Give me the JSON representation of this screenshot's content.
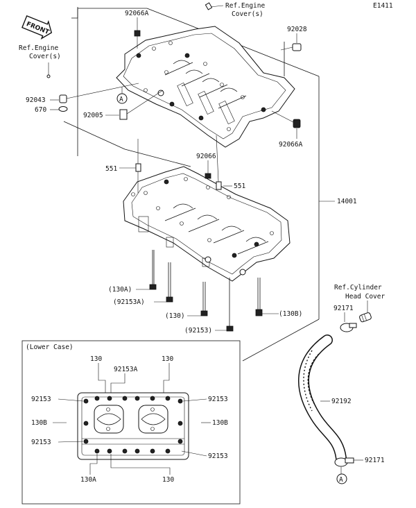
{
  "diagram_id": "E1411",
  "front_badge": "FRONT",
  "ref_engine_cover_top": [
    "Ref.Engine",
    "Cover(s)"
  ],
  "ref_engine_cover_left": [
    "Ref.Engine",
    "Cover(s)"
  ],
  "ref_cylinder_head_cover": [
    "Ref.Cylinder",
    "Head Cover"
  ],
  "callout_a": "A",
  "lower_case_title": "(Lower Case)",
  "parts": {
    "p92066A_top": "92066A",
    "p92028": "92028",
    "p92043": "92043",
    "p670": "670",
    "p92005": "92005",
    "p92066A_right": "92066A",
    "p551_left": "551",
    "p92066": "92066",
    "p551_right": "551",
    "p14001": "14001",
    "p130A": "(130A)",
    "p92153A": "(92153A)",
    "p130": "(130)",
    "p92153": "(92153)",
    "p130B": "(130B)",
    "p92171_top": "92171",
    "p92192": "92192",
    "p92171_bot": "92171"
  },
  "lower_case_parts": {
    "top_130_left": "130",
    "top_92153A": "92153A",
    "top_130_right": "130",
    "left_92153_top": "92153",
    "left_130B": "130B",
    "left_92153_bot": "92153",
    "right_92153_top": "92153",
    "right_130B": "130B",
    "right_92153_bot": "92153",
    "bot_130A": "130A",
    "bot_130": "130"
  }
}
